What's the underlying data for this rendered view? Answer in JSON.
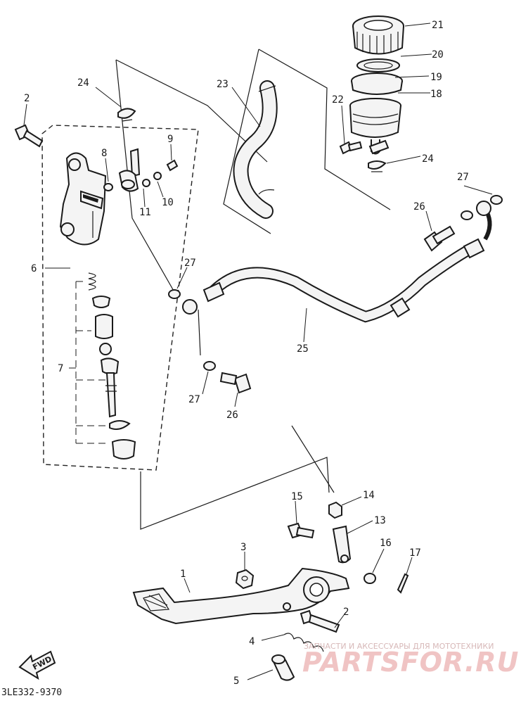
{
  "diagram": {
    "callouts": [
      {
        "id": "c1",
        "label": "1"
      },
      {
        "id": "c2a",
        "label": "2"
      },
      {
        "id": "c2b",
        "label": "2"
      },
      {
        "id": "c3",
        "label": "3"
      },
      {
        "id": "c4",
        "label": "4"
      },
      {
        "id": "c5",
        "label": "5"
      },
      {
        "id": "c6",
        "label": "6"
      },
      {
        "id": "c7",
        "label": "7"
      },
      {
        "id": "c8",
        "label": "8"
      },
      {
        "id": "c9",
        "label": "9"
      },
      {
        "id": "c10",
        "label": "10"
      },
      {
        "id": "c11",
        "label": "11"
      },
      {
        "id": "c13",
        "label": "13"
      },
      {
        "id": "c14",
        "label": "14"
      },
      {
        "id": "c15",
        "label": "15"
      },
      {
        "id": "c16",
        "label": "16"
      },
      {
        "id": "c17",
        "label": "17"
      },
      {
        "id": "c18",
        "label": "18"
      },
      {
        "id": "c19",
        "label": "19"
      },
      {
        "id": "c20",
        "label": "20"
      },
      {
        "id": "c21",
        "label": "21"
      },
      {
        "id": "c22",
        "label": "22"
      },
      {
        "id": "c23",
        "label": "23"
      },
      {
        "id": "c24a",
        "label": "24"
      },
      {
        "id": "c24b",
        "label": "24"
      },
      {
        "id": "c25",
        "label": "25"
      },
      {
        "id": "c26a",
        "label": "26"
      },
      {
        "id": "c26b",
        "label": "26"
      },
      {
        "id": "c27a",
        "label": "27"
      },
      {
        "id": "c27b",
        "label": "27"
      },
      {
        "id": "c27c",
        "label": "27"
      }
    ],
    "forward_label": "FWD",
    "diagram_code": "3LE332-9370"
  },
  "watermark": {
    "tagline": "ЗАПЧАСТИ И АКСЕССУАРЫ ДЛЯ МОТОТЕХНИКИ",
    "brand": "PARTSFOR.RU"
  },
  "colors": {
    "line": "#1a1a1a",
    "paper": "#ffffff",
    "watermark": "#f0c4c4"
  }
}
